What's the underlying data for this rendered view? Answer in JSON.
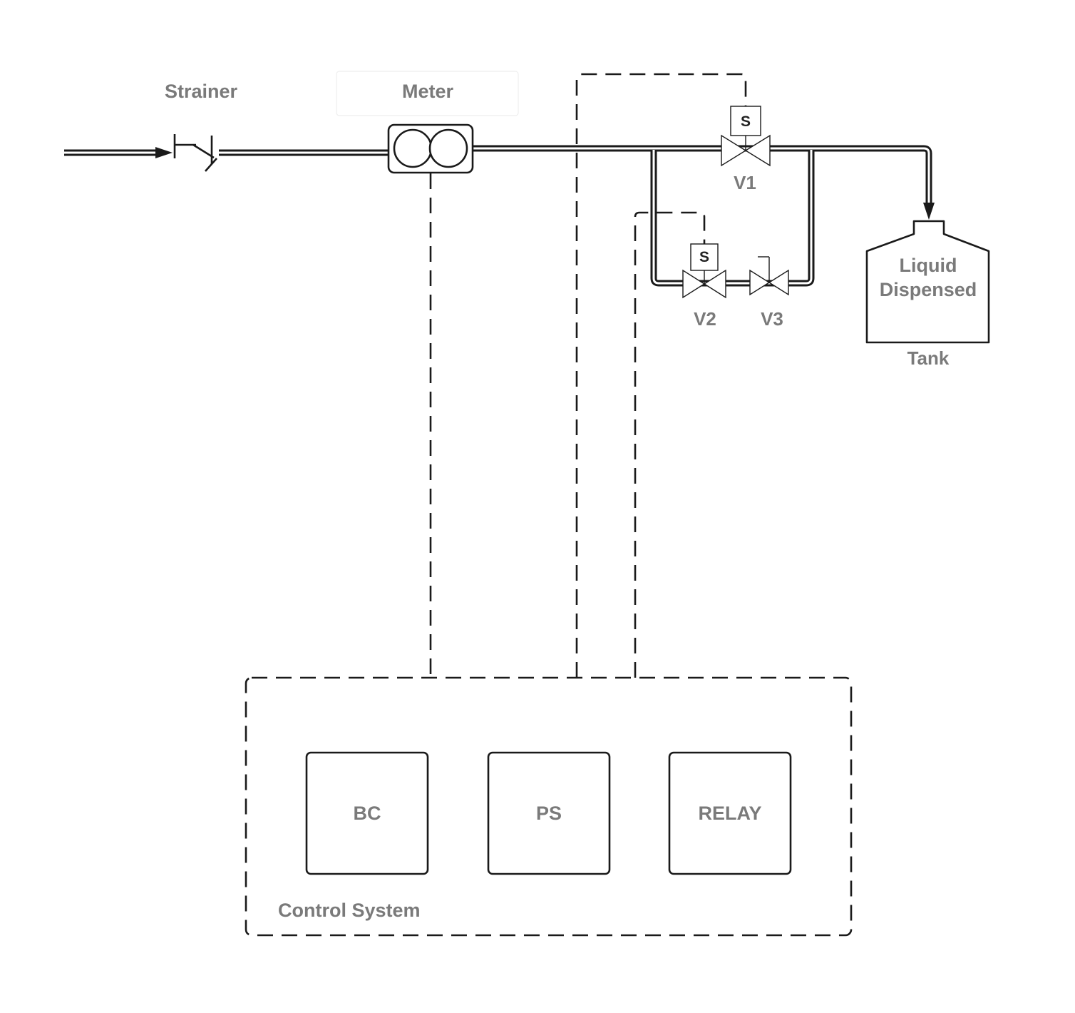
{
  "labels": {
    "strainer": "Strainer",
    "meter": "Meter",
    "v1": "V1",
    "v2": "V2",
    "v3": "V3",
    "tank_line1": "Liquid",
    "tank_line2": "Dispensed",
    "tank": "Tank",
    "control_system": "Control System"
  },
  "solenoid_letter": "S",
  "control_components": {
    "bc": "BC",
    "ps": "PS",
    "relay": "RELAY"
  }
}
